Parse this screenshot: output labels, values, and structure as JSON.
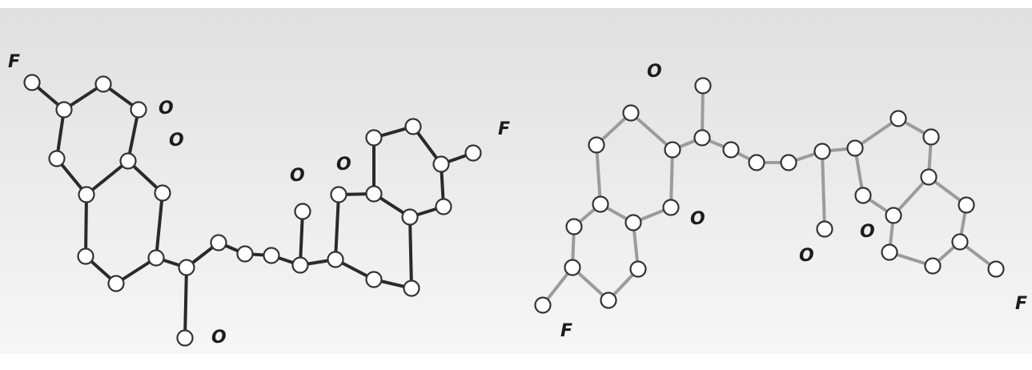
{
  "colors": {
    "band_top": "#e0e0e0",
    "band_bottom": "#f6f6f6",
    "bond_dark": "#2a2a2a",
    "bond_light": "#9b9b9b",
    "node_stroke": "#333333"
  },
  "molecules": [
    {
      "id": "l",
      "title": "l-nebivolol",
      "bond_color": "#2a2a2a",
      "atom_labels": [
        "F",
        "O",
        "O",
        "O",
        "O",
        "F",
        "O"
      ]
    },
    {
      "id": "d",
      "title": "d-nebivolol",
      "bond_color": "#9b9b9b",
      "atom_labels": [
        "O",
        "O",
        "O",
        "O",
        "F",
        "F"
      ]
    }
  ]
}
